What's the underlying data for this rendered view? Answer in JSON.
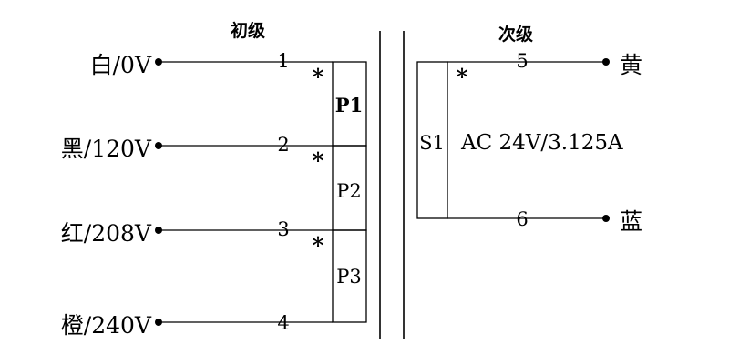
{
  "primary": {
    "heading": "初级",
    "terminals": [
      {
        "label": "白/0V",
        "pin": "1",
        "polarity": "*"
      },
      {
        "label": "黑/120V",
        "pin": "2",
        "polarity": "*"
      },
      {
        "label": "红/208V",
        "pin": "3",
        "polarity": "*"
      },
      {
        "label": "橙/240V",
        "pin": "4",
        "polarity": ""
      }
    ],
    "windings": [
      "P1",
      "P2",
      "P3"
    ]
  },
  "secondary": {
    "heading": "次级",
    "terminals": [
      {
        "label": "黄",
        "pin": "5",
        "polarity": "*"
      },
      {
        "label": "蓝",
        "pin": "6",
        "polarity": ""
      }
    ],
    "winding": "S1",
    "rating": "AC 24V/3.125A"
  }
}
